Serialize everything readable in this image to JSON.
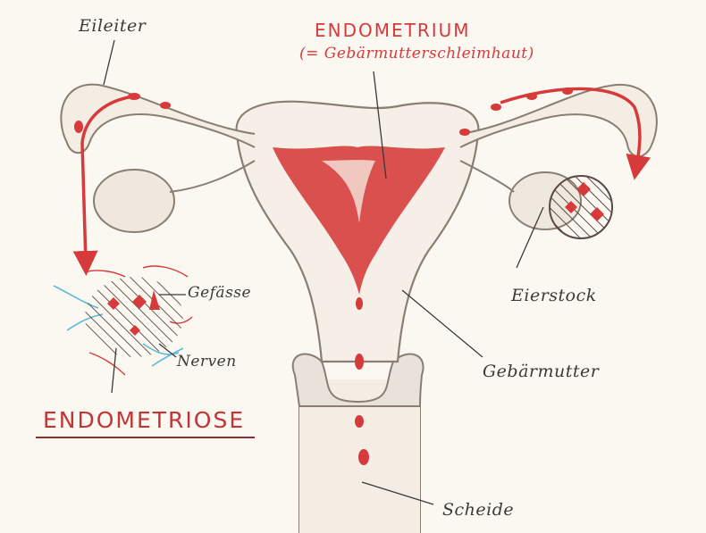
{
  "labels": {
    "eileiter": "Eileiter",
    "endometrium_title": "ENDOMETRIUM",
    "endometrium_sub": "(= Gebärmutterschleimhaut)",
    "gefaesse": "Gefässe",
    "nerven": "Nerven",
    "endometriose": "ENDOMETRIOSE",
    "eierstock": "Eierstock",
    "gebaermutter": "Gebärmutter",
    "scheide": "Scheide"
  },
  "colors": {
    "endometrium_red": "#d63a3a",
    "tissue_outline": "#8a7e72",
    "nerve_blue": "#5fb8d8",
    "hatch": "#5a4a42"
  }
}
